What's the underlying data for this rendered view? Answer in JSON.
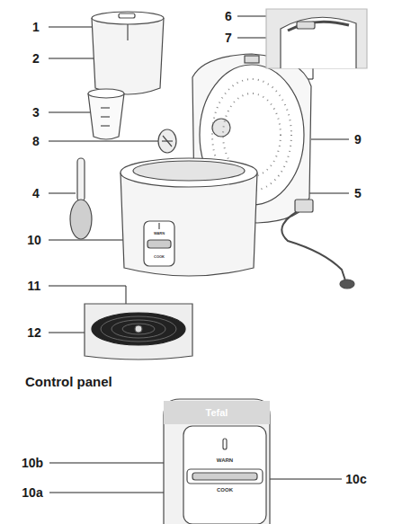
{
  "diagram": {
    "labels": [
      "1",
      "2",
      "3",
      "8",
      "4",
      "10",
      "11",
      "12",
      "6",
      "7",
      "9",
      "5",
      "WARN",
      "COOK",
      "Control panel",
      "Tefal",
      "WARN",
      "COOK",
      "10b",
      "10a",
      "10c"
    ]
  }
}
